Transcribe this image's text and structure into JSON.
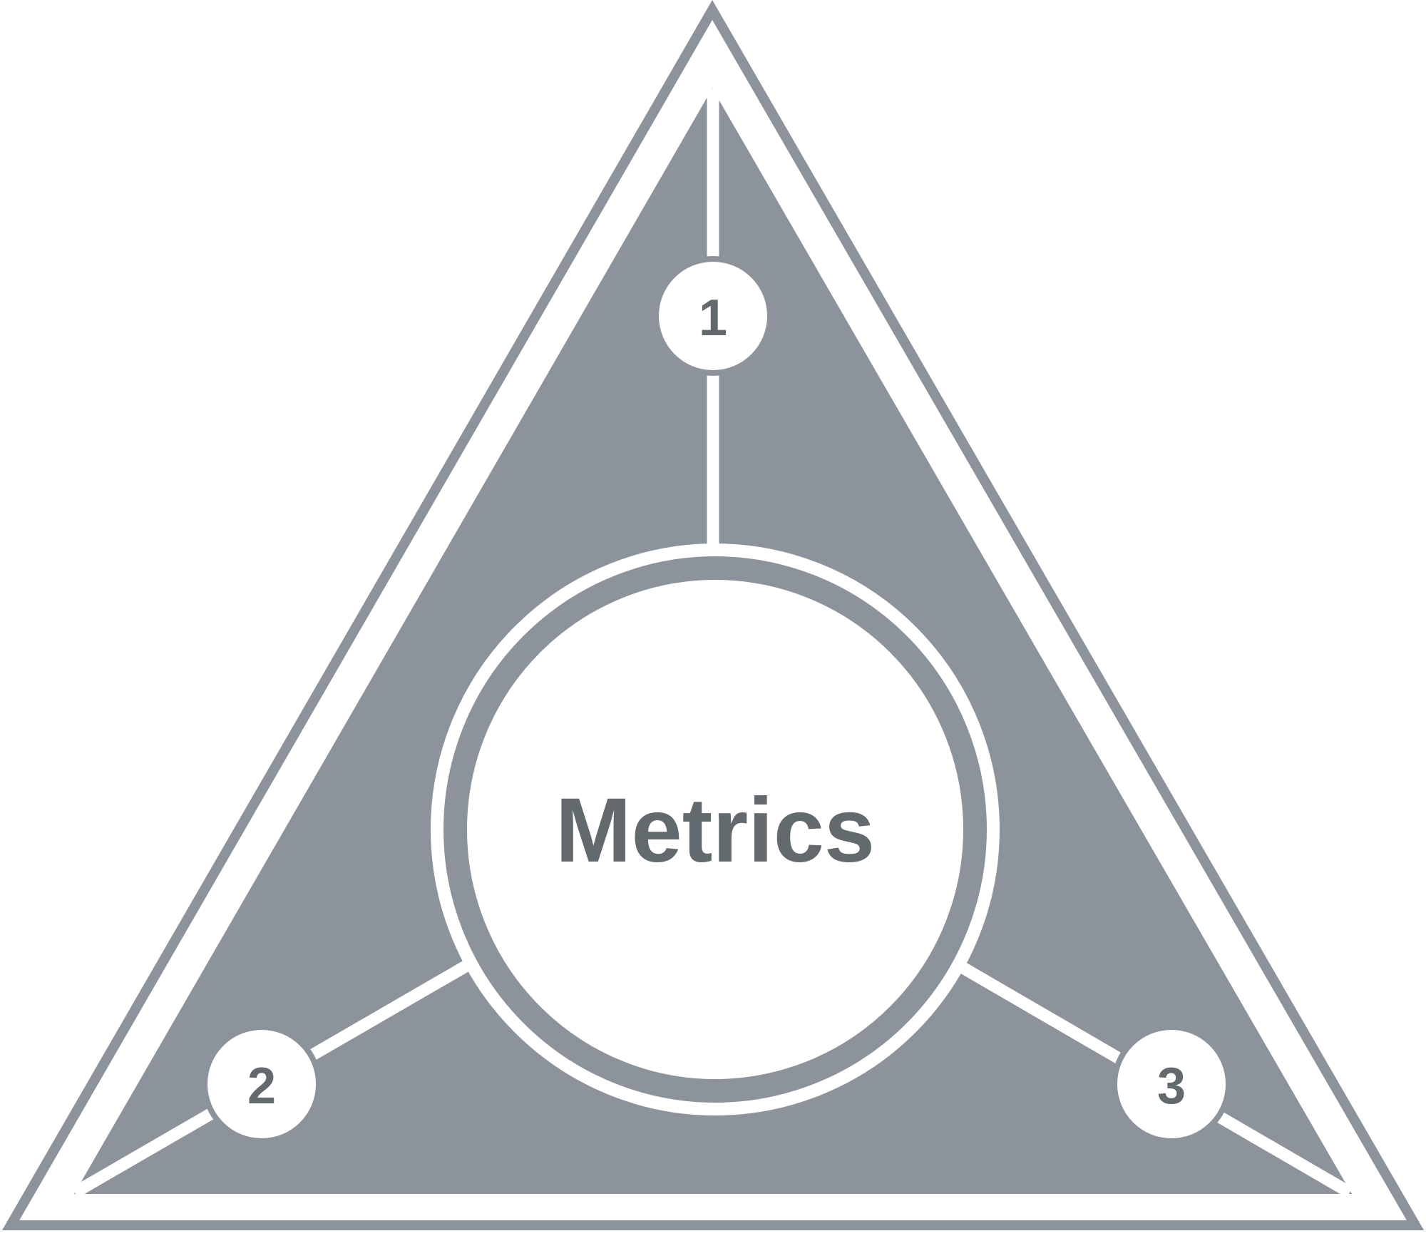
{
  "diagram": {
    "center_label": "Metrics",
    "nodes": [
      {
        "id": "node-1",
        "label": "1"
      },
      {
        "id": "node-2",
        "label": "2"
      },
      {
        "id": "node-3",
        "label": "3"
      }
    ],
    "colors": {
      "fill": "#8c939b",
      "stroke_white": "#ffffff",
      "text": "#636a6d",
      "background": "#ffffff"
    }
  }
}
